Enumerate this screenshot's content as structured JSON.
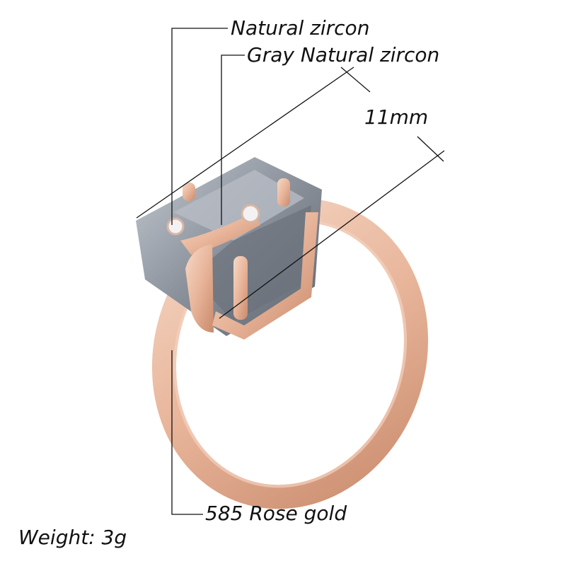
{
  "annotations": {
    "natural_zircon": "Natural zircon",
    "gray_natural_zircon": "Gray Natural zircon",
    "size": "11mm",
    "metal": "585 Rose gold",
    "weight": "Weight:  3g"
  },
  "colors": {
    "rose_gold": "#e8b59a",
    "rose_gold_dark": "#c98a6c",
    "rose_gold_light": "#f6d9c8",
    "stone": "#8a919b",
    "stone_dark": "#5d646e",
    "stone_light": "#c4c9d0",
    "line": "#111111"
  }
}
